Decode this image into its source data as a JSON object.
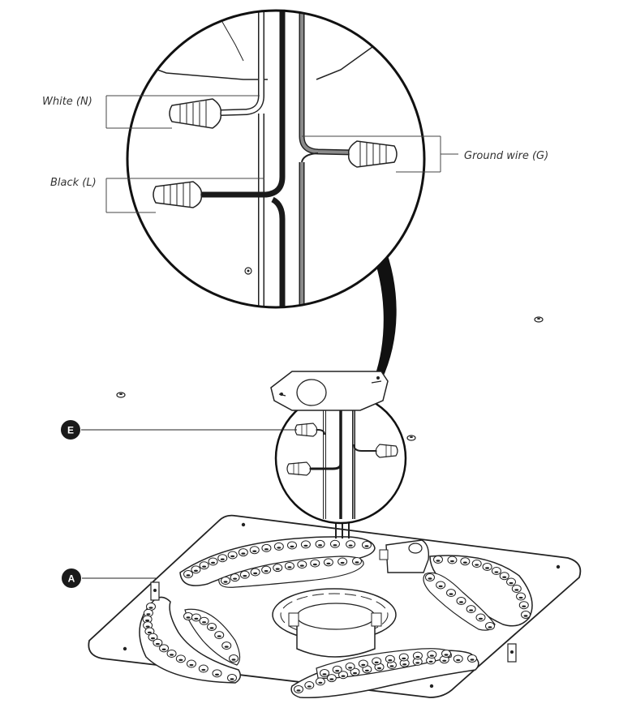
{
  "labels": {
    "white": "White (N)",
    "black": "Black (L)",
    "ground": "Ground wire (G)"
  },
  "callouts": {
    "e": "E",
    "a": "A"
  },
  "colors": {
    "line": "#222222",
    "white_wire": "#ffffff",
    "black_wire": "#1a1a1a",
    "ground_wire": "#8a8a8a",
    "badge": "#1a1a1a",
    "text": "#333333"
  }
}
